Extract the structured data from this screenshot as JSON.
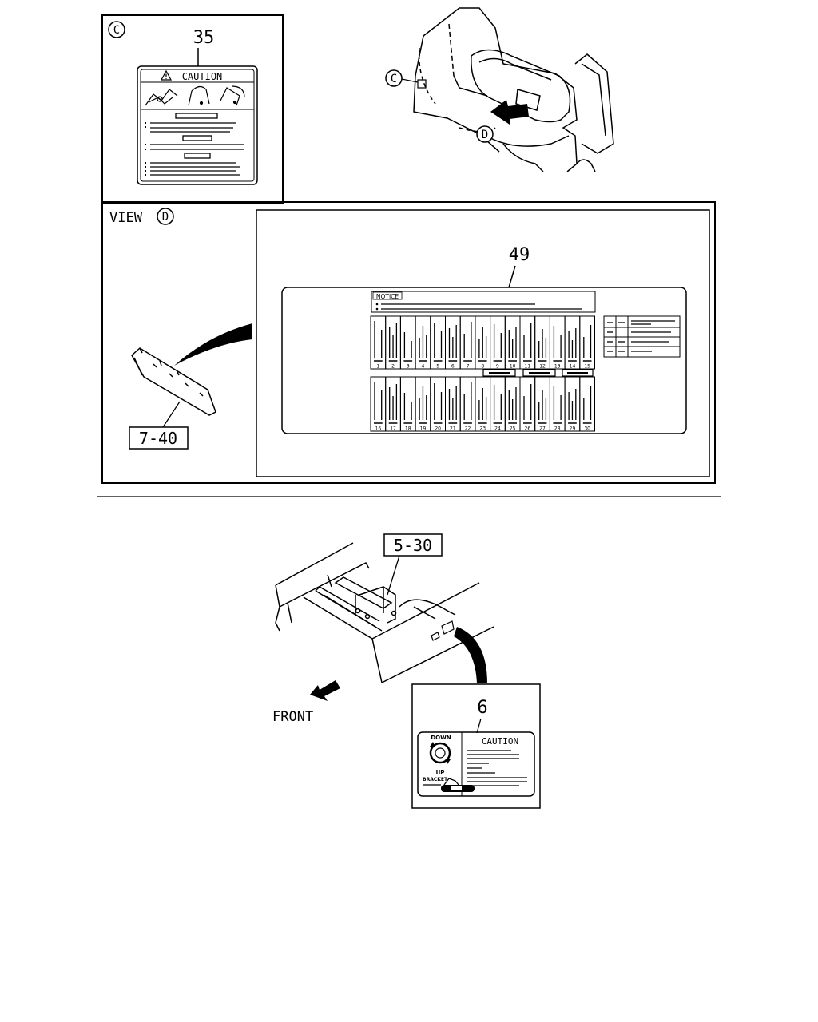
{
  "view_c": {
    "marker": "C",
    "part_number": "35",
    "label_heading": "CAUTION"
  },
  "cab": {
    "marker_c": "C",
    "marker_d": "D"
  },
  "view_d": {
    "view_word": "VIEW",
    "marker": "D",
    "part_number": "49",
    "notice_heading": "NOTICE",
    "ref_box": "7-40",
    "fuse_row1": [
      "1",
      "2",
      "3",
      "4",
      "5",
      "6",
      "7",
      "8",
      "9",
      "10",
      "11",
      "12",
      "13",
      "14",
      "15"
    ],
    "fuse_row2": [
      "16",
      "17",
      "18",
      "19",
      "20",
      "21",
      "22",
      "23",
      "24",
      "25",
      "26",
      "27",
      "28",
      "29",
      "30"
    ]
  },
  "frame": {
    "ref_box": "5-30",
    "front_label": "FRONT",
    "part_number": "6",
    "label_heading": "CAUTION",
    "dial_down": "DOWN",
    "dial_up": "UP",
    "bracket_text": "BRACKET"
  }
}
